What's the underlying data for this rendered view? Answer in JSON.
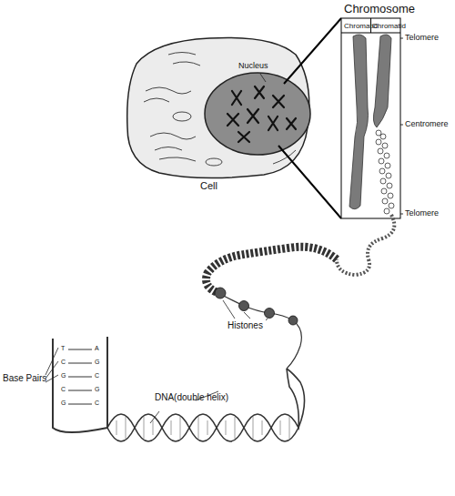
{
  "diagram": {
    "labels": [
      "Chromosome",
      "Chromatid",
      "Chromatid",
      "Telomere",
      "Centromere",
      "Telomere",
      "Nucleus",
      "Cell",
      "Base Pairs",
      "DNA(double helix)",
      "Histones",
      "T",
      "A",
      "C",
      "G",
      "G",
      "C",
      "C",
      "G",
      "G",
      "C"
    ]
  }
}
